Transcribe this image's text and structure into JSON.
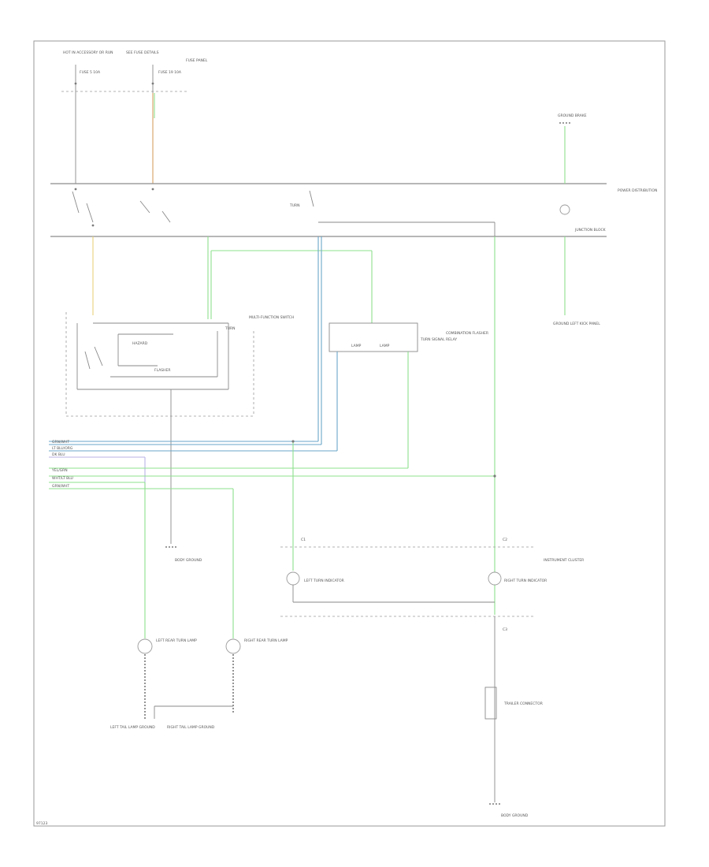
{
  "diagram": {
    "header_note": "HOT IN ACCESSORY OR RUN",
    "header_note_2": "SEE FUSE DETAILS",
    "fuse_box_label": "FUSE PANEL",
    "fuse_1": "FUSE 5 10A",
    "fuse_2": "FUSE 19 10A",
    "power_dist_label": "POWER DISTRIBUTION",
    "ground_top_label": "GROUND BRAKE",
    "junction_label": "JUNCTION BLOCK",
    "ground_right_label": "GROUND LEFT KICK PANEL",
    "multi_function_switch": "MULTI-FUNCTION SWITCH",
    "turn_label": "TURN",
    "flasher_label": "FLASHER",
    "hazard_label": "HAZARD",
    "combination_flasher": "COMBINATION FLASHER",
    "turn_signal_relay": "TURN SIGNAL RELAY",
    "lamp_module_1": "LAMP",
    "lamp_module_2": "LAMP",
    "body_ground": "BODY GROUND",
    "wire_1": "GRN/WHT",
    "wire_2": "LT BLU/ORG",
    "wire_3": "DK BLU",
    "wire_4": "YEL/GRN",
    "wire_5": "WHT/LT BLU",
    "wire_6": "GRN/WHT",
    "connector_c1": "C1",
    "connector_c2": "C2",
    "connector_c3": "C3",
    "left_turn_indicator": "LEFT TURN INDICATOR",
    "right_turn_indicator": "RIGHT TURN INDICATOR",
    "instrument_cluster": "INSTRUMENT CLUSTER",
    "left_rear_lamp": "LEFT REAR TURN LAMP",
    "right_rear_lamp": "RIGHT REAR TURN LAMP",
    "left_ground": "LEFT TAIL LAMP GROUND",
    "right_ground": "RIGHT TAIL LAMP GROUND",
    "trailer_connector": "TRAILER CONNECTOR",
    "bottom_ground": "BODY GROUND",
    "footer_code": "97123"
  }
}
